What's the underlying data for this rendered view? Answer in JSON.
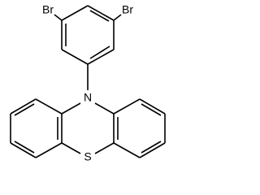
{
  "molecule": {
    "atoms": {
      "br_left": "Br",
      "br_right": "Br",
      "n": "N",
      "s": "S"
    }
  }
}
